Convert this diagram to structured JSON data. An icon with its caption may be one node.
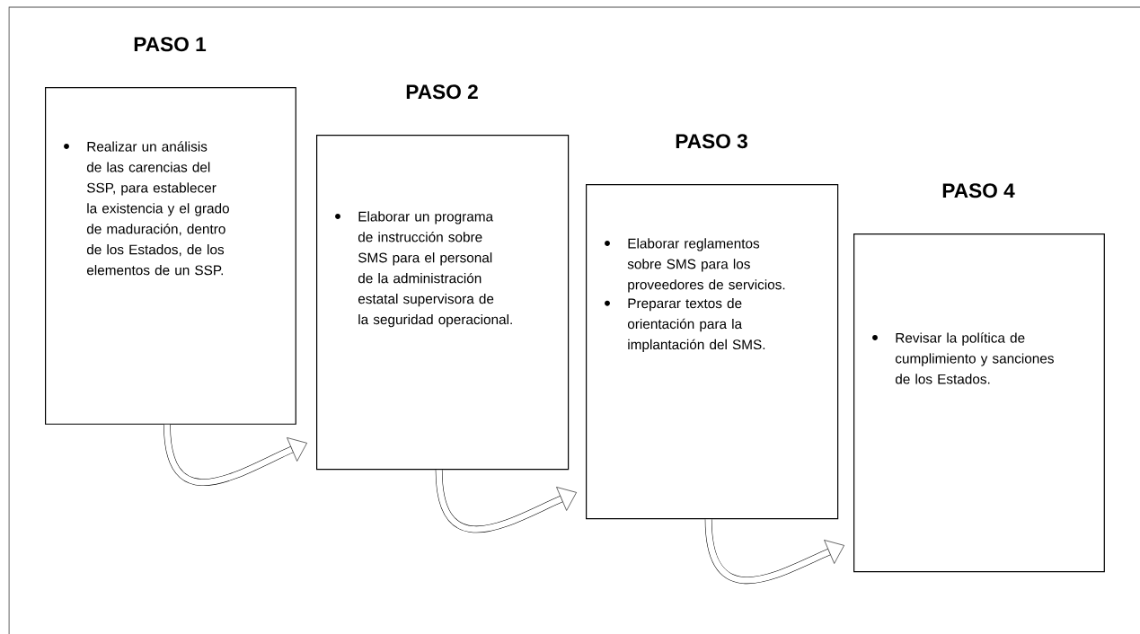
{
  "diagram": {
    "nodes": [
      {
        "text": [
          "PASO 1",
          "Realizar un análisis de las carencias del SSP, para establecer la existencia y el grado de maduración, dentro de los Estados, de los elementos de un SSP."
        ]
      },
      {
        "text": [
          "PASO 2",
          "Elaborar un programa de instrucción sobre SMS para el personal de la administración estatal supervisora de la seguridad operacional."
        ]
      },
      {
        "text": [
          "PASO 3",
          "Elaborar reglamentos sobre SMS para los proveedores de servicios.",
          "Preparar textos de orientación para la implantación del SMS."
        ]
      },
      {
        "text": [
          "PASO 4",
          "Revisar la política de cumplimiento y sanciones de los Estados."
        ]
      }
    ],
    "edges": [
      {
        "from": 0,
        "to": 1,
        "arrow": "to"
      },
      {
        "from": 1,
        "to": 2,
        "arrow": "to"
      },
      {
        "from": 2,
        "to": 3,
        "arrow": "to"
      }
    ]
  }
}
